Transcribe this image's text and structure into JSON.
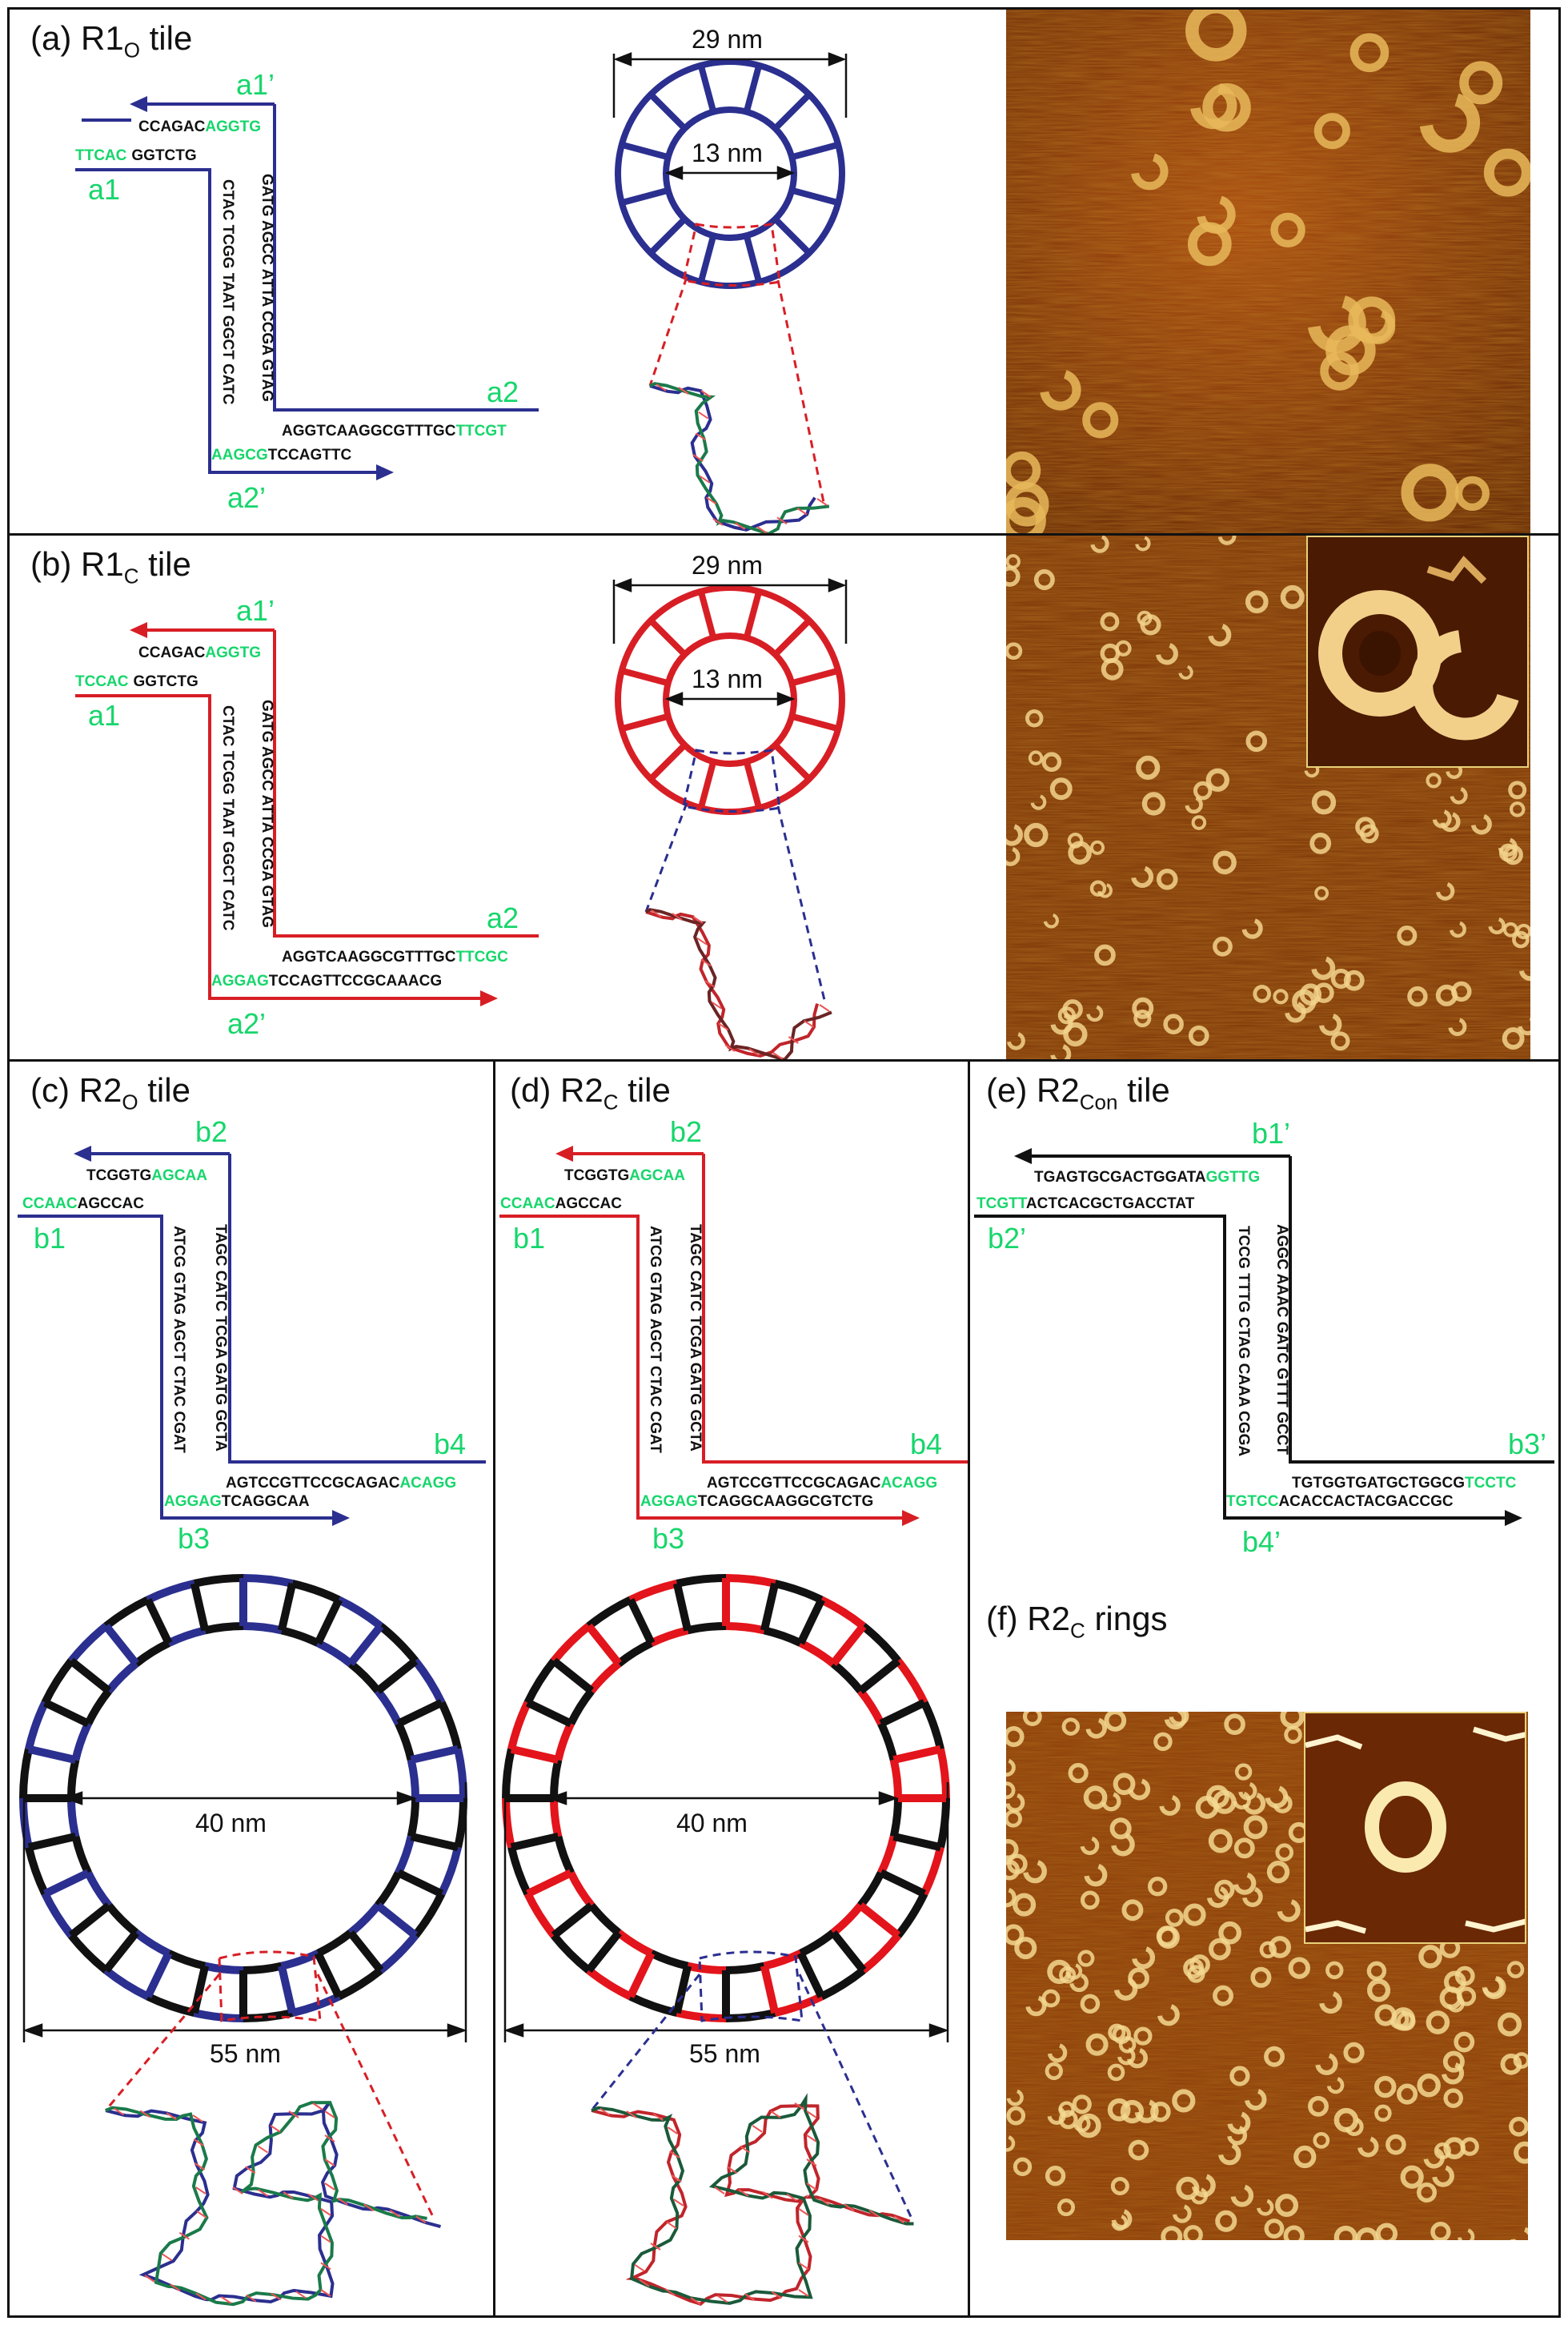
{
  "colors": {
    "blue": "#2b2f8f",
    "red": "#d81e25",
    "green": "#17d66c",
    "black": "#111111",
    "afm_dark": "#6b2a05",
    "afm_light": "#f7d98a"
  },
  "panel_a": {
    "prefix": "(a) R1",
    "sub": "O",
    "suffix": " tile",
    "labels": {
      "a1p": "a1’",
      "a1": "a1",
      "a2": "a2",
      "a2p": "a2’"
    },
    "seqs": {
      "top_black": "CCAGAC",
      "top_green": "AGGTG",
      "left_green": "TTCAC",
      "left_black": "GGTCTG",
      "vert_left": "CTAC TCGG TAAT GGCT CATC",
      "vert_right": "GATG AGCC ATTA CCGA GTAG",
      "h2_black": "AGGTCAAGGCGTTTGC",
      "h2_green": "TTCGT",
      "bot_green": "AAGCG",
      "bot_black": "TCCAGTTC"
    },
    "outer": "29 nm",
    "inner": "13 nm"
  },
  "panel_b": {
    "prefix": "(b) R1",
    "sub": "C",
    "suffix": " tile",
    "labels": {
      "a1p": "a1’",
      "a1": "a1",
      "a2": "a2",
      "a2p": "a2’"
    },
    "seqs": {
      "top_black": "CCAGAC",
      "top_green": "AGGTG",
      "left_green": "TCCAC",
      "left_black": "GGTCTG",
      "vert_left": "CTAC TCGG TAAT GGCT CATC",
      "vert_right": "GATG AGCC ATTA CCGA GTAG",
      "h2_black": "AGGTCAAGGCGTTTGC",
      "h2_green": "TTCGC",
      "bot_green": "AGGAG",
      "bot_black": "TCCAGTTCCGCAAACG"
    },
    "outer": "29 nm",
    "inner": "13 nm"
  },
  "panel_c": {
    "prefix": "(c) R2",
    "sub": "O",
    "suffix": " tile",
    "labels": {
      "top": "b2",
      "left": "b1",
      "right": "b4",
      "bottom": "b3"
    },
    "seqs": {
      "top_black": "TCGGTG",
      "top_green": "AGCAA",
      "left_green": "CCAAC",
      "left_black": "AGCCAC",
      "vert_left": "ATCG GTAG AGCT CTAC CGAT",
      "vert_right": "TAGC CATC TCGA GATG GCTA",
      "h2_black": "AGTCCGTTCCGCAGAC",
      "h2_green": "ACAGG",
      "bot_green": "AGGAG",
      "bot_black": "TCAGGCAA"
    },
    "inner": "40 nm",
    "outer": "55 nm"
  },
  "panel_d": {
    "prefix": "(d) R2",
    "sub": "C",
    "suffix": " tile",
    "labels": {
      "top": "b2",
      "left": "b1",
      "right": "b4",
      "bottom": "b3"
    },
    "seqs": {
      "top_black": "TCGGTG",
      "top_green": "AGCAA",
      "left_green": "CCAAC",
      "left_black": "AGCCAC",
      "vert_left": "ATCG GTAG AGCT CTAC CGAT",
      "vert_right": "TAGC CATC TCGA GATG GCTA",
      "h2_black": "AGTCCGTTCCGCAGAC",
      "h2_green": "ACAGG",
      "bot_green": "AGGAG",
      "bot_black": "TCAGGCAAGGCGTCTG"
    },
    "inner": "40 nm",
    "outer": "55 nm"
  },
  "panel_e": {
    "prefix": "(e) R2",
    "sub": "Con",
    "suffix": " tile",
    "labels": {
      "top": "b1’",
      "left": "b2’",
      "right": "b3’",
      "bottom": "b4’"
    },
    "seqs": {
      "top_black": "TGAGTGCGACTGGATA",
      "top_green": "GGTTG",
      "left_green": "TCGTT",
      "left_black": "ACTCACGCTGACCTAT",
      "vert_left": "TCCG TTTG CTAG CAAA CGGA",
      "vert_right": "AGGC AAAC GATC GTTT GCCT",
      "h2_black": "TGTGGTGATGCTGGCG",
      "h2_green": "TCCTC",
      "bot_green": "TGTCC",
      "bot_black": "ACACCACTACGACCGC"
    }
  },
  "panel_f": {
    "prefix": "(f) R2",
    "sub": "C",
    "suffix": " rings"
  }
}
